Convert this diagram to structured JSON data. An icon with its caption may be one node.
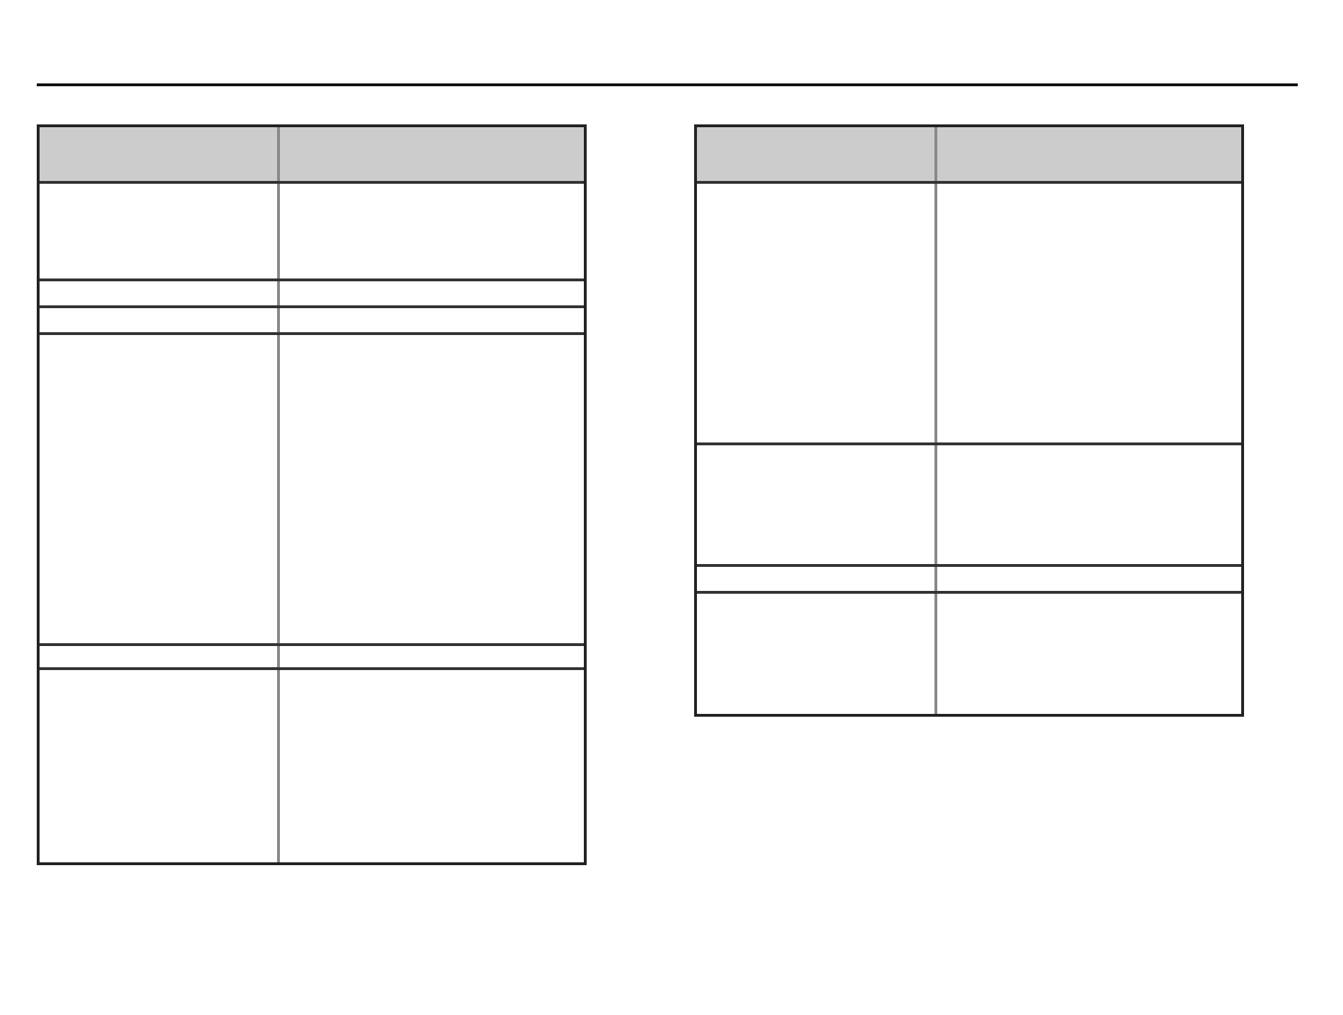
{
  "diagram": {
    "nodes": [
      {
        "text": [],
        "shape": "box"
      },
      {
        "text": [],
        "shape": "bar",
        "in": 0
      },
      {
        "text": [],
        "shape": "box",
        "in": 0
      },
      {
        "text": [],
        "shape": "box",
        "in": 0
      },
      {
        "text": [],
        "shape": "box",
        "in": 0
      },
      {
        "text": [],
        "shape": "box",
        "in": 0
      },
      {
        "text": [],
        "shape": "box",
        "in": 0
      },
      {
        "text": [],
        "shape": "box",
        "in": 0
      },
      {
        "text": [],
        "shape": "box"
      },
      {
        "text": [],
        "shape": "bar",
        "in": 8
      },
      {
        "text": [],
        "shape": "box",
        "in": 8
      },
      {
        "text": [],
        "shape": "box",
        "in": 8
      },
      {
        "text": [],
        "shape": "box",
        "in": 8
      },
      {
        "text": [],
        "shape": "box",
        "in": 8
      }
    ]
  }
}
